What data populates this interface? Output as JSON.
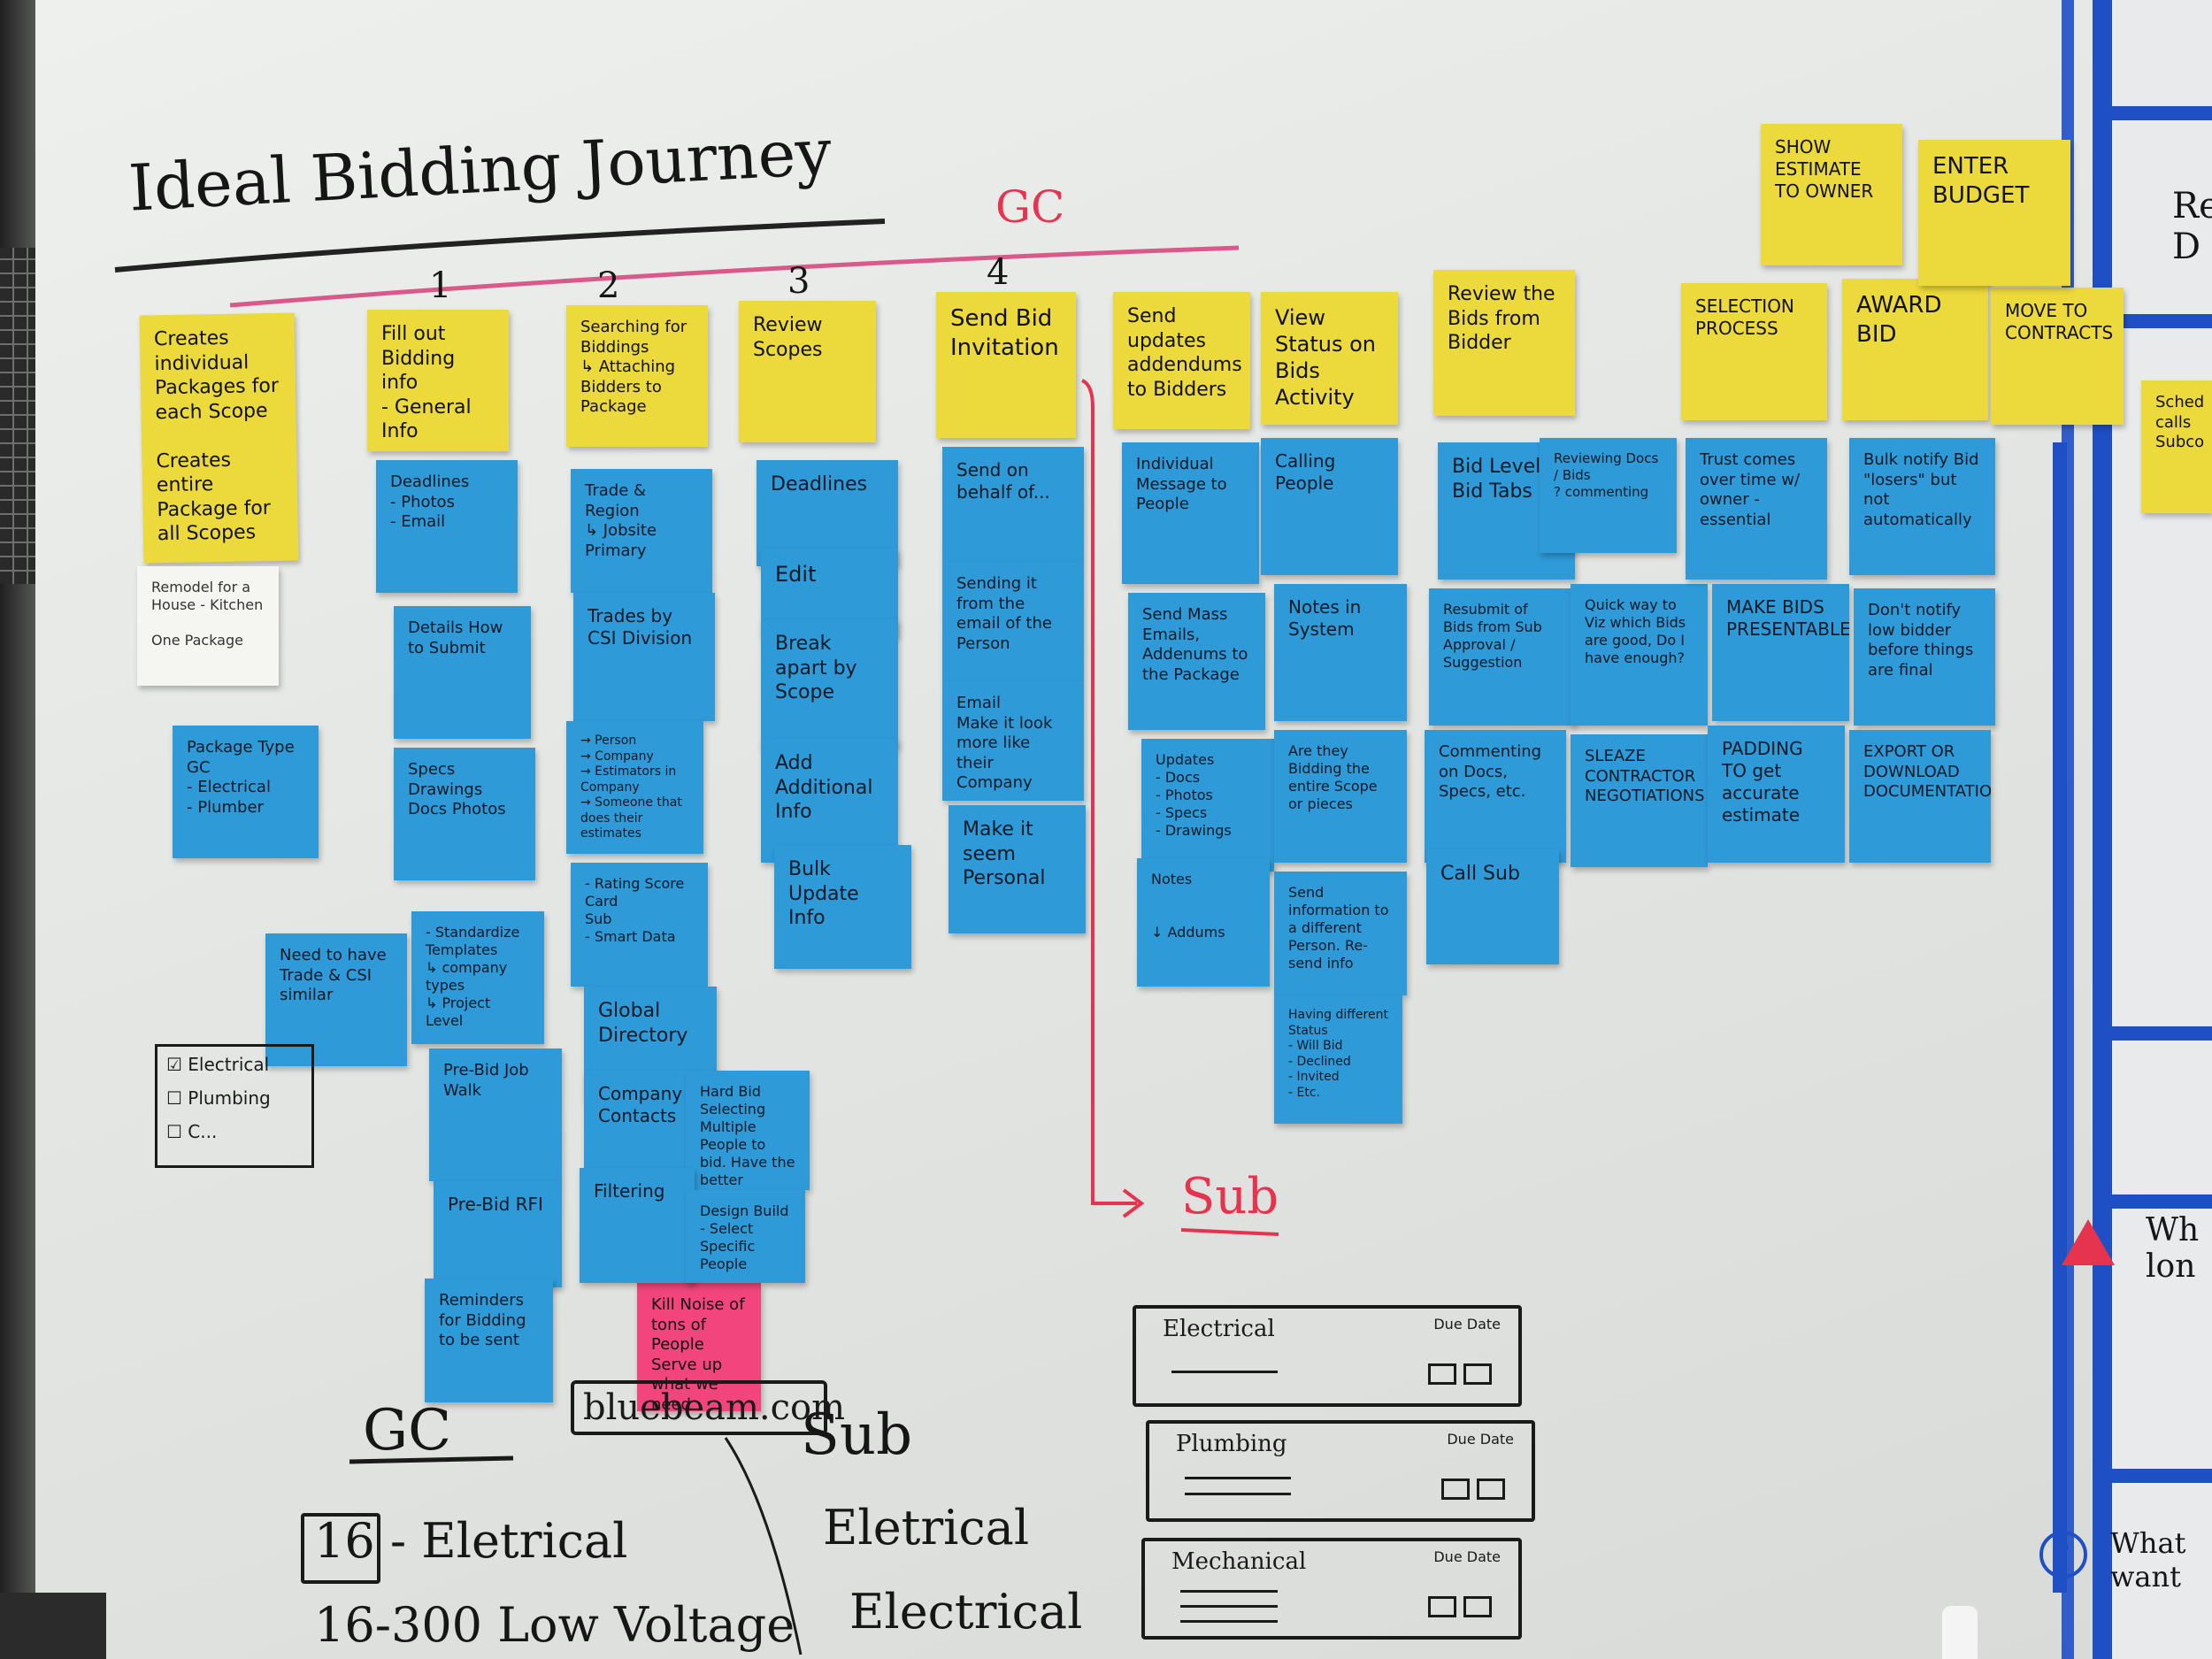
{
  "title": "Ideal Bidding Journey",
  "gc_marker": "GC",
  "sub_marker": "Sub",
  "step_numbers": [
    "1",
    "2",
    "3",
    "4"
  ],
  "yellow_notes": [
    "Creates individual Packages for each Scope\n\nCreates entire Package for all Scopes",
    "Fill out Bidding info\n- General Info",
    "Searching for Biddings\n↳ Attaching Bidders to Package",
    "Review Scopes",
    "Send Bid Invitation",
    "Send updates addendums to Bidders",
    "View Status on Bids\nActivity",
    "Review the Bids from Bidder",
    "SELECTION PROCESS",
    "AWARD BID",
    "MOVE TO CONTRACTS",
    "SHOW ESTIMATE TO OWNER",
    "ENTER BUDGET",
    "Sched calls Subco"
  ],
  "blue_notes": [
    "Deadlines\n- Photos\n- Email",
    "Details How to Submit",
    "Specs Drawings Docs Photos",
    "- Standardize Templates\n↳ company types\n↳ Project Level",
    "Pre-Bid Job Walk",
    "Pre-Bid RFI",
    "Reminders for Bidding to be sent",
    "Package Type GC\n- Electrical\n- Plumber",
    "Need to have Trade & CSI similar",
    "Trade & Region\n↳ Jobsite Primary",
    "Trades by CSI Division",
    "→ Person\n→ Company\n→ Estimators in Company\n→ Someone that does their estimates",
    "- Rating Score Card\nSub\n- Smart Data",
    "Global Directory",
    "Company Contacts",
    "Hard Bid\nSelecting Multiple People to bid. Have the better",
    "Filtering",
    "Design Build\n- Select Specific People",
    "Deadlines",
    "Edit",
    "Break apart by Scope",
    "Add Additional Info",
    "Bulk Update Info",
    "Send on behalf of...",
    "Sending it from the email of the Person",
    "Email\nMake it look more like their Company",
    "Make it seem Personal",
    "Individual Message to People",
    "Send Mass Emails, Addenums to the Package",
    "Updates\n- Docs\n- Photos\n- Specs\n- Drawings",
    "Notes\n\n\n↓ Addums",
    "Calling People",
    "Notes in System",
    "Are they Bidding the entire Scope or pieces",
    "Send information to a different Person. Re-send info",
    "Having different Status\n- Will Bid\n- Declined\n- Invited\n- Etc.",
    "Bid Level Bid Tabs",
    "Reviewing Docs / Bids\n? commenting",
    "Resubmit of Bids from Sub\nApproval / Suggestion",
    "Quick way to Viz which Bids are good, Do I have enough?",
    "Commenting on Docs, Specs, etc.",
    "Call Sub",
    "SLEAZE CONTRACTOR NEGOTIATIONS",
    "Trust comes over time w/ owner - essential",
    "MAKE BIDS PRESENTABLE",
    "PADDING TO get accurate estimate",
    "Bulk notify Bid \"losers\" but not automatically",
    "Don't notify low bidder before things are final",
    "EXPORT OR DOWNLOAD DOCUMENTATION"
  ],
  "pink_note": "Kill Noise of tons of People Serve up what we need",
  "white_note": "Remodel for a House - Kitchen\n\nOne Package",
  "scope_sketch": {
    "lines": [
      "☑ Electrical",
      "☐ Plumbing",
      "☐ C..."
    ]
  },
  "bluebeam_label": "bluebeam.com",
  "bottom_left": {
    "gc": "GC",
    "line1": "16 - Eletrical",
    "line2": "16-300 Low Voltage"
  },
  "bottom_sub": {
    "sub": "Sub",
    "line1": "Eletrical",
    "line2": "Electrical"
  },
  "bid_cards": [
    {
      "label": "Electrical",
      "due": "Due Date"
    },
    {
      "label": "Plumbing",
      "due": "Due Date"
    },
    {
      "label": "Mechanical",
      "due": "Due Date"
    }
  ],
  "right_partial": {
    "top": "Re D",
    "warning": "Wh lon",
    "question": "What want"
  },
  "colors": {
    "yellow": "#ecd93b",
    "blue": "#2f9ad8",
    "pink": "#f2457e",
    "tape": "#1f4fc4",
    "red_marker": "#e6334e"
  }
}
